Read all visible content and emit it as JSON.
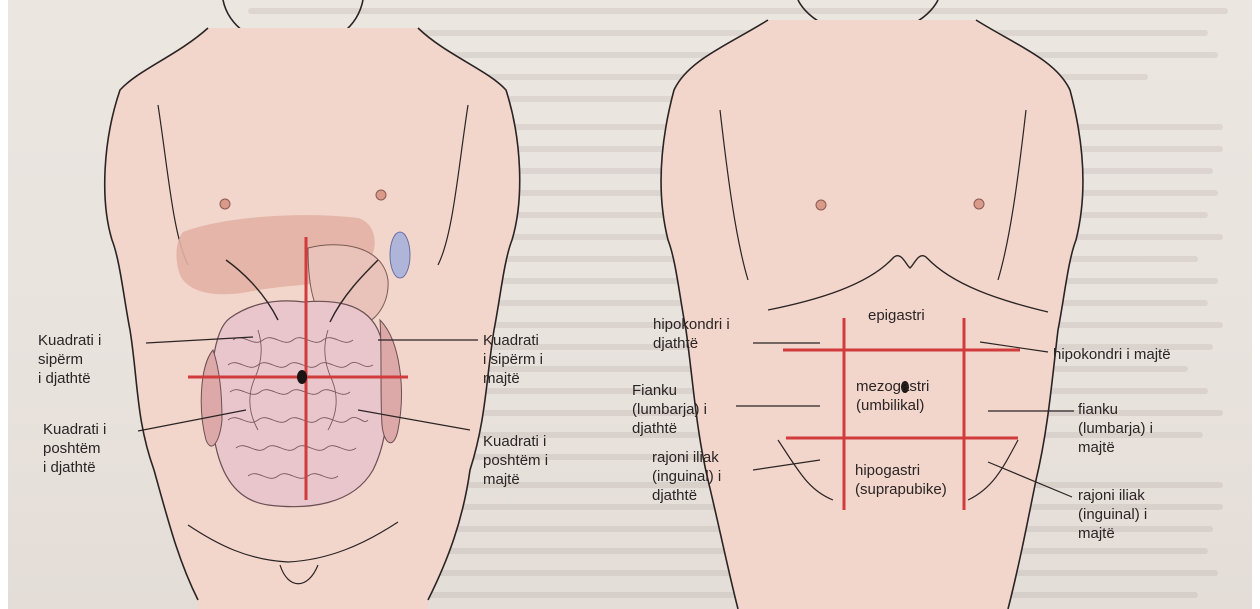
{
  "colors": {
    "region_line": "#d23b3b",
    "outline": "#2b2424",
    "skin": "#f2d6cc",
    "intestine": "#e8c6cc",
    "liver": "#e2b1a4",
    "spleen": "#aeb5d9"
  },
  "left_figure": {
    "labels": {
      "upper_right": "Kuadrati i\nsipërm\ni djathtë",
      "lower_right": "Kuadrati i\nposhtëm\ni djathtë",
      "upper_left": "Kuadrati\ni sipërm i\nmajtë",
      "lower_left": "Kuadrati i\nposhtëm i\nmajtë"
    }
  },
  "right_figure": {
    "labels": {
      "hypochondrium_right": "hipokondri i\ndjathtë",
      "epigastric": "epigastri",
      "hypochondrium_left": "hipokondri i majtë",
      "lumbar_right": "Fianku\n(lumbarja) i\ndjathtë",
      "umbilical": "mezogastri\n(umbilikal)",
      "lumbar_left": "fianku\n(lumbarja) i\nmajtë",
      "iliac_right": "rajoni iliak\n(inguinal) i\ndjathtë",
      "hypogastric": "hipogastri\n(suprapubike)",
      "iliac_left": "rajoni iliak\n(inguinal) i\nmajtë"
    }
  }
}
